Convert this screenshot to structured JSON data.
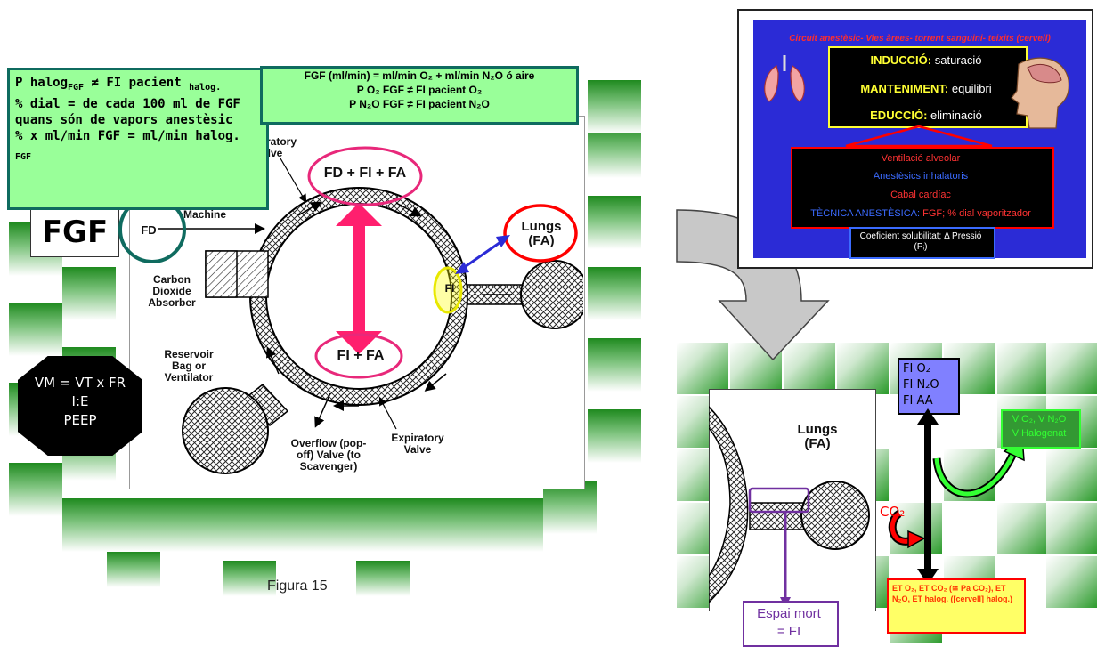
{
  "left_notes": {
    "line1": "P halog",
    "line1_sub": "FGF",
    "line1_mid": " ≠ FI pacient ",
    "line1_sub2": "halog.",
    "line2": "% dial = de cada 100 ml de FGF quans són de vapors anestèsic",
    "line3": "% x ml/min FGF =  ml/min halog.",
    "line3_sub": "FGF"
  },
  "fgf_formula": {
    "line1": "FGF (ml/min) = ml/min O₂ + ml/min N₂O ó aire",
    "line2": "P O₂ FGF ≠ FI pacient O₂",
    "line3": "P N₂O FGF ≠ FI pacient N₂O"
  },
  "fgf_label": "FGF",
  "ventilation_octagon": {
    "line1": "VM = VT x FR",
    "line2": "I:E",
    "line3": "PEEP"
  },
  "diagram": {
    "inspiratory_valve": "Inspiratory Valve",
    "from_machine": "from Anesthetic Machine",
    "fd": "FD",
    "top_ellipse": "FD + FI + FA",
    "bottom_ellipse": "FI + FA",
    "lungs": "Lungs",
    "lungs_fa": "(FA)",
    "fi_small": "FI",
    "co2_absorber": "Carbon Dioxide Absorber",
    "reservoir": "Reservoir Bag or Ventilator",
    "overflow": "Overflow (pop-off) Valve (to Scavenger)",
    "expiratory": "Expiratory Valve"
  },
  "figure_caption": "Figura 15",
  "top_right_panel": {
    "header": "Circuit anestèsic- Vies àrees- torrent sanguini- teixits (cervell)",
    "induccio_label": "INDUCCIÓ:",
    "induccio_value": "saturació",
    "manteniment_label": "MANTENIMENT:",
    "manteniment_value": "equilibri",
    "educcio_label": "EDUCCIÓ:",
    "educcio_value": "eliminació",
    "factors": [
      "Ventilació alveolar",
      "Anestèsics inhalatoris",
      "Cabal cardíac"
    ],
    "tecnica_label": "TÈCNICA ANESTÈSICA:",
    "tecnica_value": "FGF; % dial vaporitzador",
    "coef": "Coeficient solubilitat; Δ Pressió (Pᵢ)"
  },
  "bottom_right": {
    "lungs": "Lungs",
    "lungs_fa": "(FA)",
    "gas_box": [
      "FI O₂",
      "FI N₂O",
      "FI AA"
    ],
    "uptake_line1": "V O₂, V N₂O",
    "uptake_line2": "V Halogenat",
    "co2": "CO₂",
    "et_box": "ET O₂, ET CO₂ (≅ Pa CO₂), ET N₂O, ET halog. ([cervell] halog.)",
    "dead_space_line1": "Espai mort",
    "dead_space_line2": "= FI"
  },
  "colors": {
    "note_green": "#99ff99",
    "panel_blue": "#2b2bd6",
    "magenta": "#ff1f6e",
    "red": "#ff0000",
    "purple": "#7030a0"
  }
}
